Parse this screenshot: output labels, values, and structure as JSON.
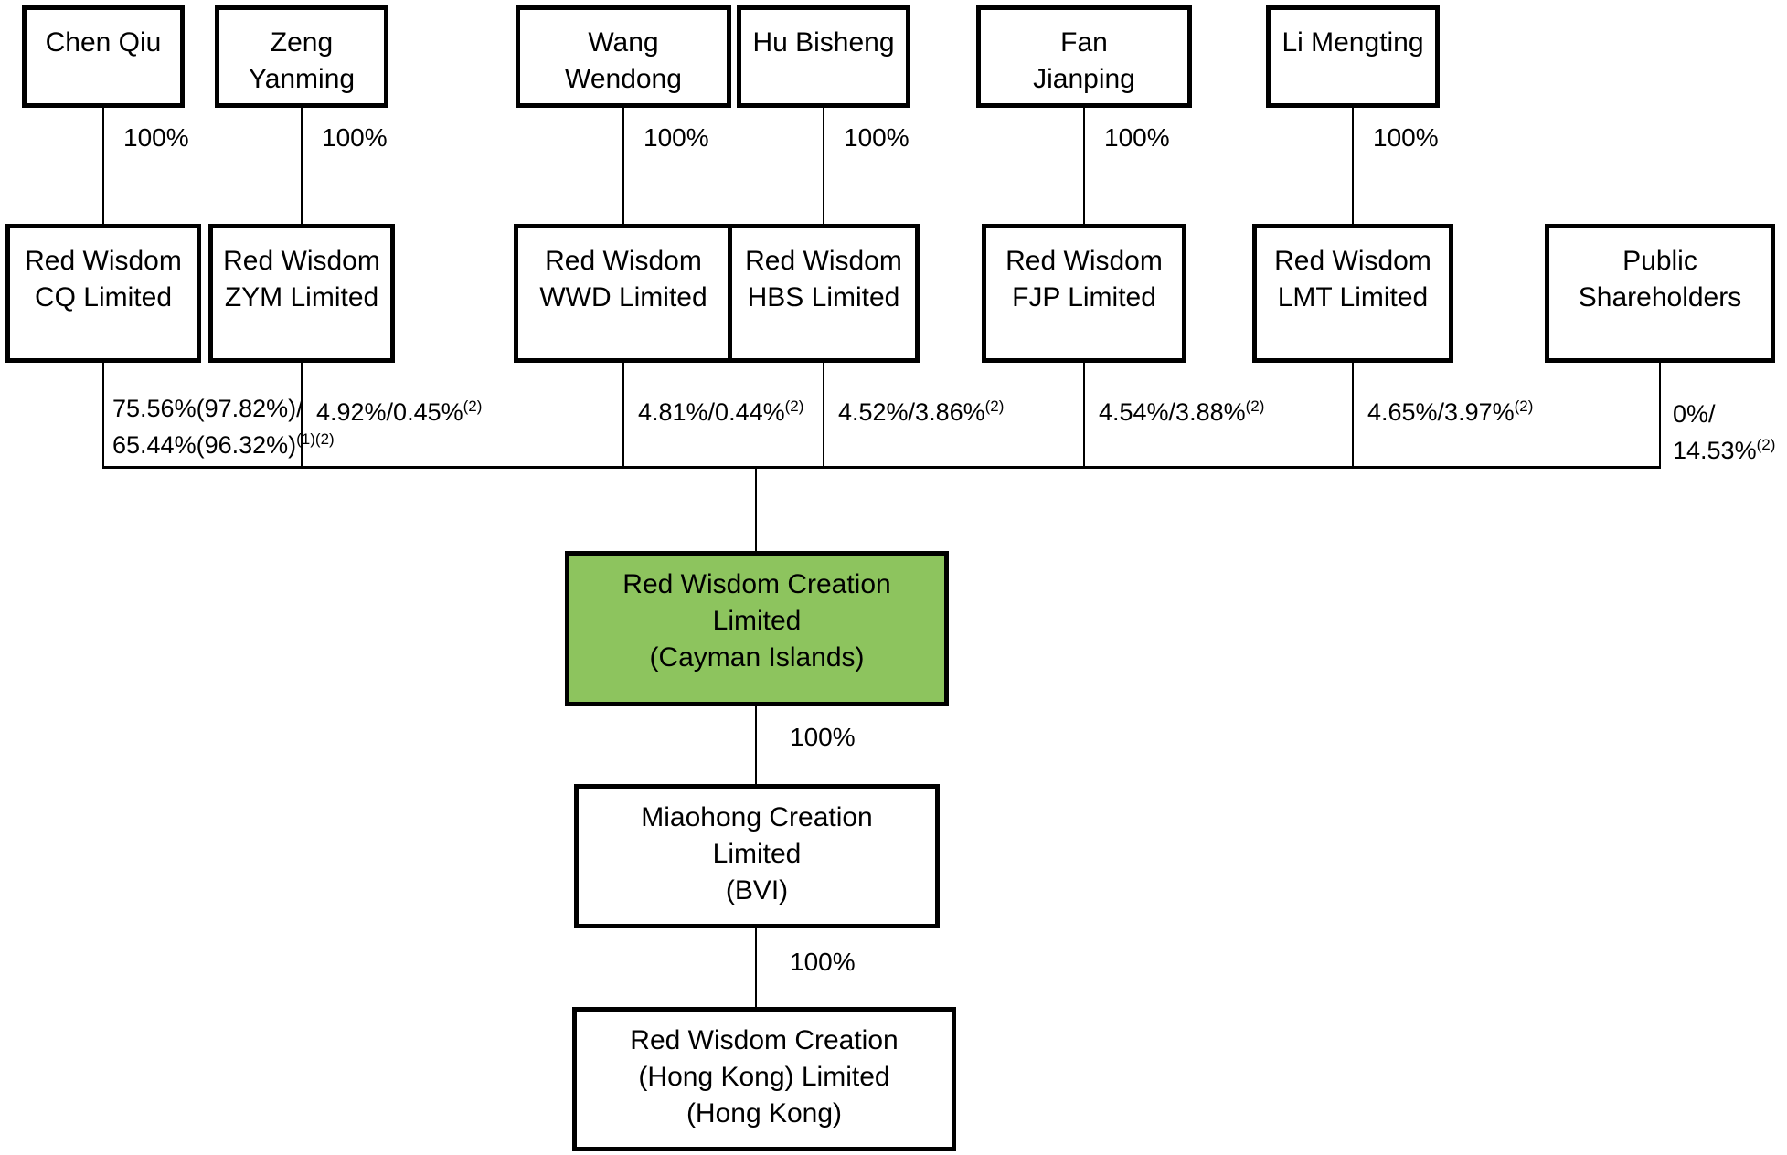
{
  "diagram": {
    "title_semantic": "Shareholding structure diagram",
    "colors": {
      "highlight_green": "#8dc45e",
      "line_black": "#000000",
      "background": "#ffffff"
    },
    "columns": [
      {
        "person": "Chen Qiu",
        "ownership": "100%",
        "company": "Red Wisdom\nCQ Limited",
        "stake_line1": "75.56%(97.82%)/",
        "stake_sup1": "",
        "stake_line2": "65.44%(96.32%)",
        "stake_sup2": "(1)(2)"
      },
      {
        "person": "Zeng\nYanming",
        "ownership": "100%",
        "company": "Red Wisdom\nZYM Limited",
        "stake_line1": "4.92%/0.45%",
        "stake_sup1": "(2)",
        "stake_line2": "",
        "stake_sup2": ""
      },
      {
        "person": "Wang\nWendong",
        "ownership": "100%",
        "company": "Red Wisdom\nWWD Limited",
        "stake_line1": "4.81%/0.44%",
        "stake_sup1": "(2)",
        "stake_line2": "",
        "stake_sup2": ""
      },
      {
        "person": "Hu Bisheng",
        "ownership": "100%",
        "company": "Red Wisdom\nHBS Limited",
        "stake_line1": "4.52%/3.86%",
        "stake_sup1": "(2)",
        "stake_line2": "",
        "stake_sup2": ""
      },
      {
        "person": "Fan\nJianping",
        "ownership": "100%",
        "company": "Red Wisdom\nFJP Limited",
        "stake_line1": "4.54%/3.88%",
        "stake_sup1": "(2)",
        "stake_line2": "",
        "stake_sup2": ""
      },
      {
        "person": "Li Mengting",
        "ownership": "100%",
        "company": "Red Wisdom\nLMT Limited",
        "stake_line1": "4.65%/3.97%",
        "stake_sup1": "(2)",
        "stake_line2": "",
        "stake_sup2": ""
      },
      {
        "company": "Public\nShareholders",
        "stake_line1": "0%/",
        "stake_sup1": "",
        "stake_line2": "14.53%",
        "stake_sup2": "(2)"
      }
    ],
    "root": {
      "name": "Red Wisdom Creation\nLimited\n(Cayman Islands)"
    },
    "chain": [
      {
        "ownership": "100%",
        "company": "Miaohong Creation\nLimited\n(BVI)"
      },
      {
        "ownership": "100%",
        "company": "Red Wisdom Creation\n(Hong Kong) Limited\n(Hong Kong)"
      }
    ]
  }
}
